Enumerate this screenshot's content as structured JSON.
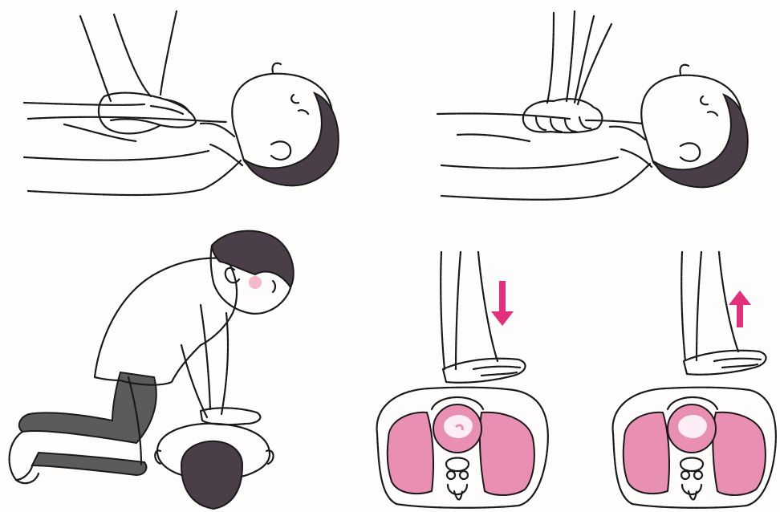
{
  "colors": {
    "ink": "#1a1a1a",
    "hair": "#4a3f48",
    "pants": "#5b5b5b",
    "lung": "#e98fb4",
    "lung_dark": "#d96e9c",
    "heart": "#f2b6cf",
    "arrow": "#e2307c",
    "cheek": "#f6b7c9",
    "skin": "#ffffff",
    "background": "#fffdfb"
  },
  "panels": {
    "top_left": {
      "icon": "hand-position-icon",
      "subject": "palm-on-chest"
    },
    "top_right": {
      "icon": "interlocked-hands-icon",
      "subject": "fingers-lifted"
    },
    "bottom_left": {
      "icon": "kneeling-rescuer-icon",
      "subject": "arms-straight"
    },
    "bottom_middle": {
      "icon": "down-arrow-icon",
      "direction": "down"
    },
    "bottom_right": {
      "icon": "up-arrow-icon",
      "direction": "up"
    }
  }
}
